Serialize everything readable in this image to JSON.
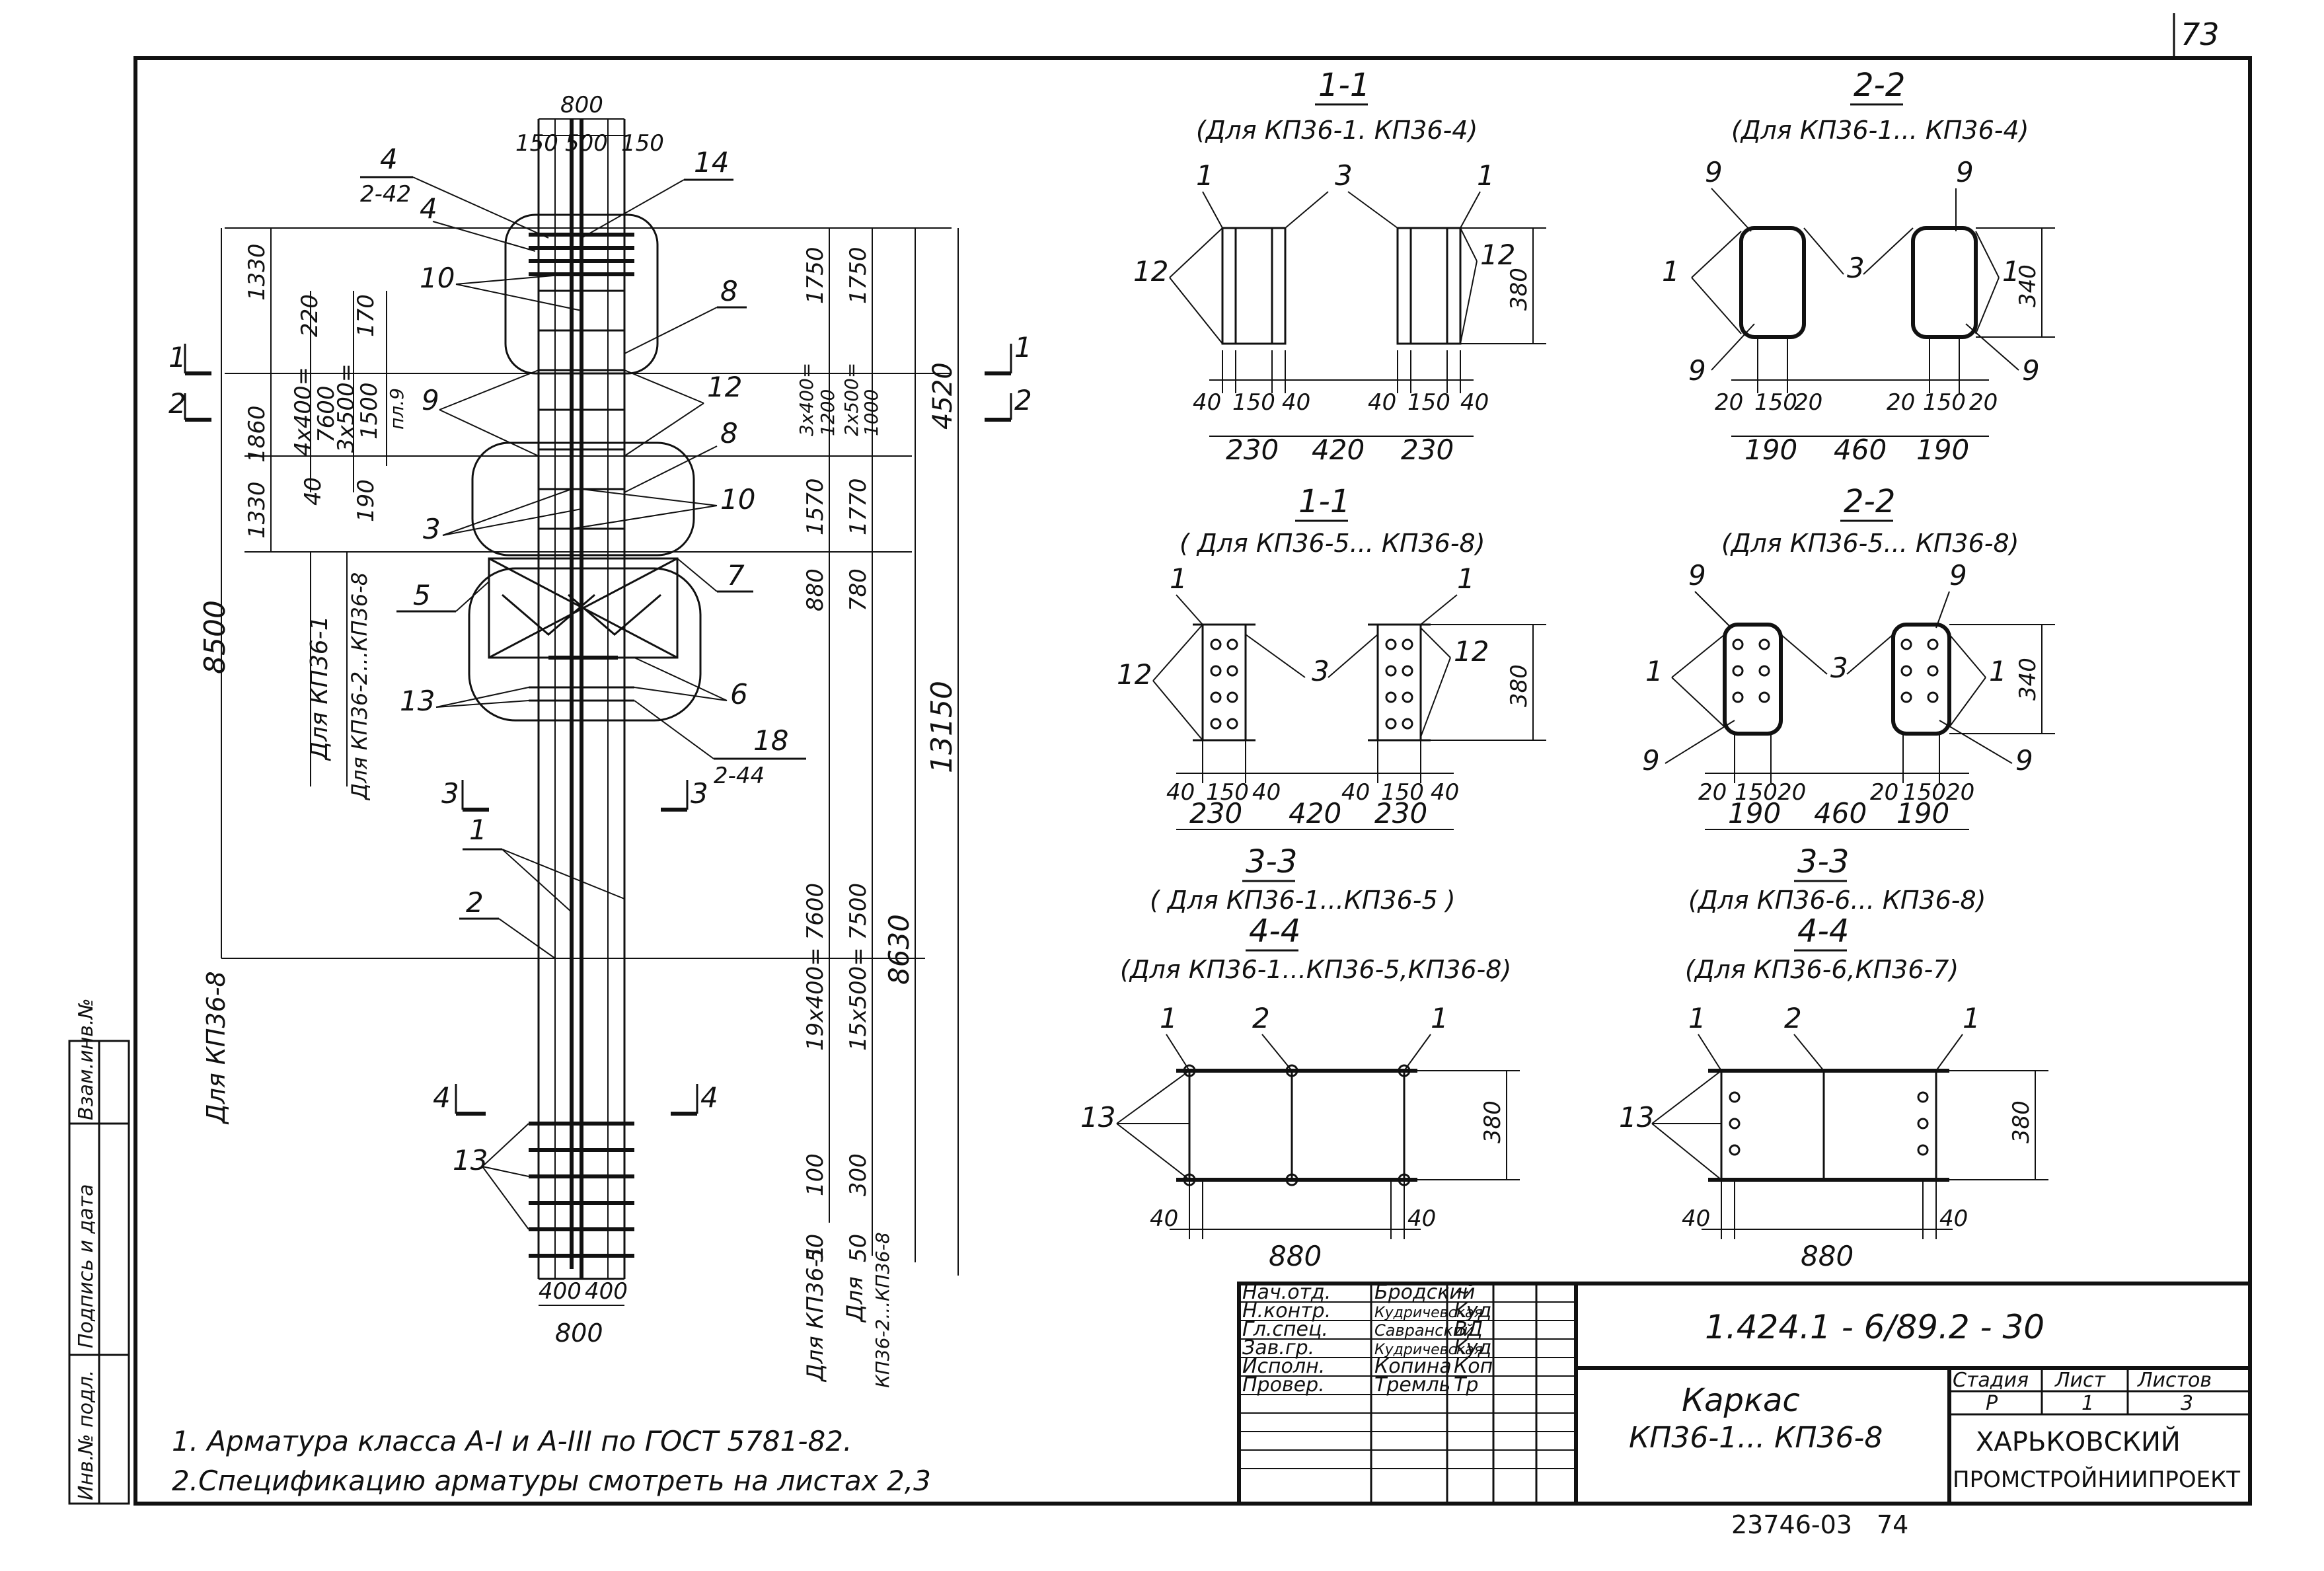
{
  "sheet": {
    "page_number": "73",
    "bottom_code": "23746-03",
    "bottom_num": "74"
  },
  "elevation": {
    "top_dims": {
      "overall": "800",
      "left": "150",
      "mid": "500",
      "right": "150"
    },
    "left_dims": {
      "d1330a": "1330",
      "d1860": "1860",
      "d1330b": "1330",
      "d8500": "8500",
      "d220": "220",
      "d4x400": "4х400=",
      "d7600a": "7600",
      "d40": "40",
      "d170": "170",
      "d3x500a": "3х500=",
      "d1500": "1500",
      "d190": "190",
      "d_pl9": "пл.9"
    },
    "right_dims": {
      "d1750a": "1750",
      "d1750b": "1750",
      "d4520": "4520",
      "d3x400": "3х400=",
      "d1200": "1200",
      "d2x500": "2х500=",
      "d1000": "1000",
      "d1570": "1570",
      "d1770": "1770",
      "d880": "880",
      "d780": "780",
      "d13150": "13150",
      "d19x400": "19х400= 7600",
      "d15x500": "15х500= 7500",
      "d8630": "8630",
      "d100": "100",
      "d300": "300",
      "d50a": "50",
      "d50b": "50"
    },
    "bottom_dims": {
      "d400a": "400",
      "d400b": "400",
      "d800": "800"
    },
    "labels": {
      "p4": "4",
      "p4sub": "2-42",
      "p4b": "4",
      "p14": "14",
      "p10a": "10",
      "p8a": "8",
      "p9": "9",
      "p12": "12",
      "p8b": "8",
      "p3": "3",
      "p10b": "10",
      "p5": "5",
      "p7": "7",
      "p13": "13",
      "p6": "6",
      "p18": "18",
      "p18sub": "2-44",
      "p1": "1",
      "p2": "2",
      "p13b": "13"
    },
    "cuts": {
      "c1L": "1",
      "c2L": "2",
      "c1R": "1",
      "c2R": "2",
      "c3L": "3",
      "c3R": "3",
      "c4L": "4",
      "c4R": "4"
    },
    "vert_notes": {
      "for_kp1": "Для КП36-1",
      "for_kp2_8": "Для КП36-2...КП36-8",
      "for_kp8": "Для КП36-8",
      "for_kp1_b": "Для КП36-1",
      "for_b": "Для",
      "for_kp2_8_b": "КП36-2...КП36-8"
    }
  },
  "sections": {
    "s11a": {
      "title": "1-1",
      "sub": "(Для КП36-1. КП36-4)",
      "l1a": "1",
      "l3": "3",
      "l1b": "1",
      "l12a": "12",
      "l12b": "12",
      "h380": "380",
      "d40a": "40",
      "d150a": "150",
      "d40b": "40",
      "d40c": "40",
      "d150b": "150",
      "d40d": "40",
      "w230a": "230",
      "w420": "420",
      "w230b": "230"
    },
    "s22a": {
      "title": "2-2",
      "sub": "(Для КП36-1... КП36-4)",
      "l9a": "9",
      "l9b": "9",
      "l1a": "1",
      "l3": "3",
      "l1b": "1",
      "l9c": "9",
      "l9d": "9",
      "h340": "340",
      "d20a": "20",
      "d150a": "150",
      "d20b": "20",
      "d20c": "20",
      "d150b": "150",
      "d20d": "20",
      "w190a": "190",
      "w460": "460",
      "w190b": "190"
    },
    "s11b": {
      "title": "1-1",
      "sub": "( Для КП36-5... КП36-8)",
      "l1a": "1",
      "l1b": "1",
      "l12a": "12",
      "l3": "3",
      "l12b": "12",
      "h380": "380",
      "d40a": "40",
      "d150a": "150",
      "d40b": "40",
      "d40c": "40",
      "d150b": "150",
      "d40d": "40",
      "w230a": "230",
      "w420": "420",
      "w230b": "230"
    },
    "s22b": {
      "title": "2-2",
      "sub": "(Для КП36-5... КП36-8)",
      "l9a": "9",
      "l9b": "9",
      "l1a": "1",
      "l3": "3",
      "l1b": "1",
      "l9c": "9",
      "l9d": "9",
      "h340": "340",
      "d20a": "20",
      "d150a": "150",
      "d20b": "20",
      "d20c": "20",
      "d150b": "150",
      "d20d": "20",
      "w190a": "190",
      "w460": "460",
      "w190b": "190"
    },
    "s33a": {
      "title": "3-3",
      "sub": "( Для КП36-1...КП36-5 )",
      "title2": "4-4",
      "sub2": "(Для КП36-1...КП36-5,КП36-8)",
      "l1a": "1",
      "l2": "2",
      "l1b": "1",
      "l13": "13",
      "h380": "380",
      "d40a": "40",
      "d40b": "40",
      "w880": "880"
    },
    "s33b": {
      "title": "3-3",
      "sub": "(Для КП36-6... КП36-8)",
      "title2": "4-4",
      "sub2": "(Для КП36-6,КП36-7)",
      "l1a": "1",
      "l2": "2",
      "l1b": "1",
      "l13": "13",
      "h380": "380",
      "d40a": "40",
      "d40b": "40",
      "w880": "880"
    }
  },
  "notes": {
    "n1": "1. Арматура класса А-I и А-III по ГОСТ 5781-82.",
    "n2": "2.Спецификацию арматуры смотреть на листах  2,3"
  },
  "left_strip": {
    "inv_podl": "Инв.№ подл.",
    "podpis": "Подпись и дата",
    "vzam": "Взам.инв.№"
  },
  "title_block": {
    "rows": [
      {
        "role": "Нач.отд.",
        "name": "Бродский",
        "sign": "~"
      },
      {
        "role": "Н.контр.",
        "name": "Кудричевская",
        "sign": "Kyд"
      },
      {
        "role": "Гл.спец.",
        "name": "Савранский",
        "sign": "ВД"
      },
      {
        "role": "Зав.гр.",
        "name": "Кудричевская",
        "sign": "Kyд"
      },
      {
        "role": "Исполн.",
        "name": "Копина",
        "sign": "Коп"
      },
      {
        "role": "Провер.",
        "name": "Тремль",
        "sign": "Тр"
      }
    ],
    "doc_code": "1.424.1 - 6/89.2 - 30",
    "title1": "Каркас",
    "title2": "КП36-1... КП36-8",
    "stage_hdr": "Стадия",
    "sheet_hdr": "Лист",
    "sheets_hdr": "Листов",
    "stage": "Р",
    "sheet": "1",
    "sheets": "3",
    "org1": "ХАРЬКОВСКИЙ",
    "org2": "ПРОМСТРОЙНИИПРОЕКТ"
  }
}
